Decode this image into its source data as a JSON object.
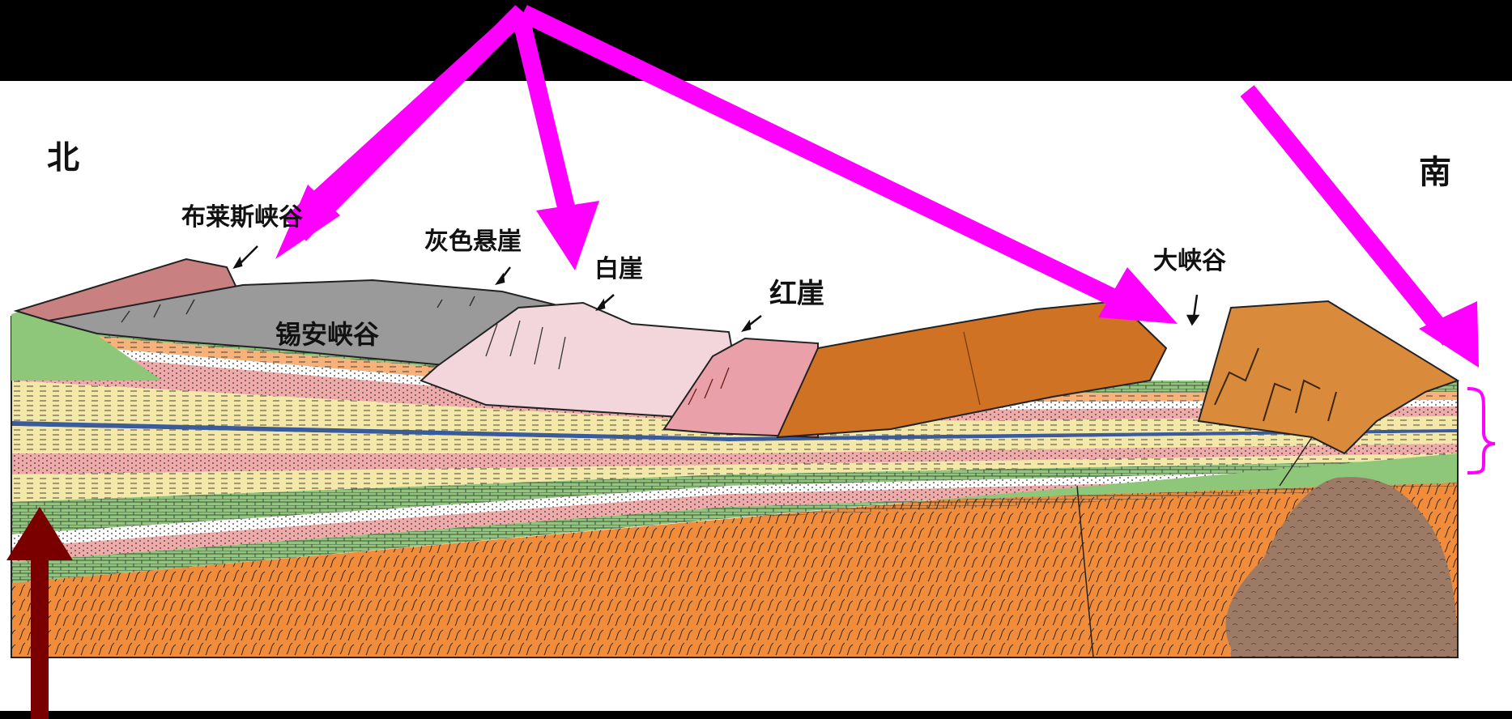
{
  "directions": {
    "north": "北",
    "south": "南"
  },
  "landmarks": {
    "bryce_canyon": "布莱斯峡谷",
    "grey_cliffs": "灰色悬崖",
    "white_cliffs": "白崖",
    "vermilion_cliffs": "红崖",
    "grand_canyon": "大峡谷",
    "zion_canyon": "锡安峡谷"
  },
  "colors": {
    "background": "#000000",
    "panel": "#ffffff",
    "highlight_arrow": "#ff00ff",
    "base_arrow": "#7a0000",
    "bryce_layer": "#c98080",
    "grey_layer": "#9a9a9a",
    "white_layer": "#f2d6dc",
    "vermilion_layer": "#e9a0a8",
    "chocolate_layer": "#cf7224",
    "pink_band": "#efaaaa",
    "yellow_band": "#f3e8a8",
    "green_band": "#8fc77a",
    "orange_band": "#f6b27a",
    "basement": "#f08c3a",
    "granite": "#9c7a66"
  }
}
